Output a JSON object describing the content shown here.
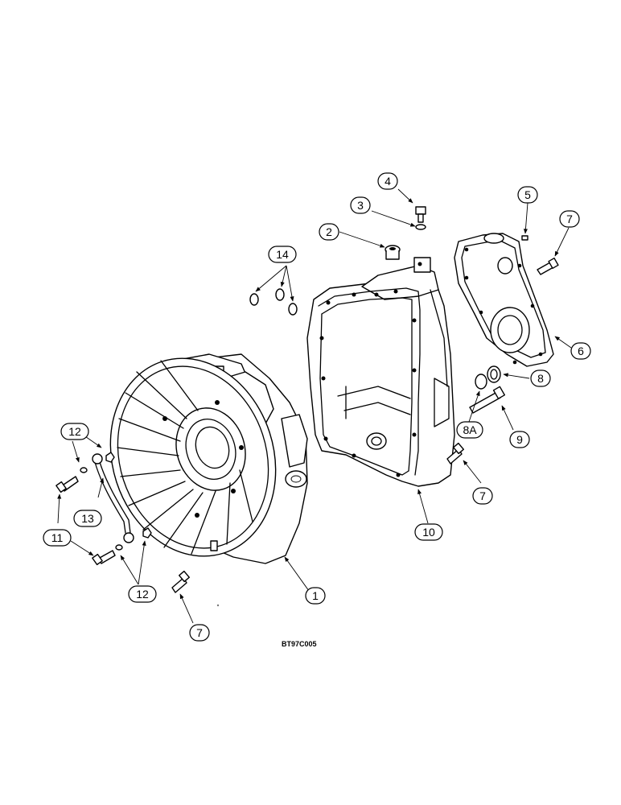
{
  "diagram": {
    "reference_code": "BT97C005",
    "callouts": [
      {
        "id": "c1",
        "label": "1"
      },
      {
        "id": "c2",
        "label": "2"
      },
      {
        "id": "c3",
        "label": "3"
      },
      {
        "id": "c4",
        "label": "4"
      },
      {
        "id": "c5",
        "label": "5"
      },
      {
        "id": "c6",
        "label": "6"
      },
      {
        "id": "c7a",
        "label": "7"
      },
      {
        "id": "c7b",
        "label": "7"
      },
      {
        "id": "c7c",
        "label": "7"
      },
      {
        "id": "c8",
        "label": "8"
      },
      {
        "id": "c8a",
        "label": "8A"
      },
      {
        "id": "c9",
        "label": "9"
      },
      {
        "id": "c10",
        "label": "10"
      },
      {
        "id": "c11",
        "label": "11"
      },
      {
        "id": "c12a",
        "label": "12"
      },
      {
        "id": "c12b",
        "label": "12"
      },
      {
        "id": "c13",
        "label": "13"
      },
      {
        "id": "c14",
        "label": "14"
      }
    ]
  }
}
